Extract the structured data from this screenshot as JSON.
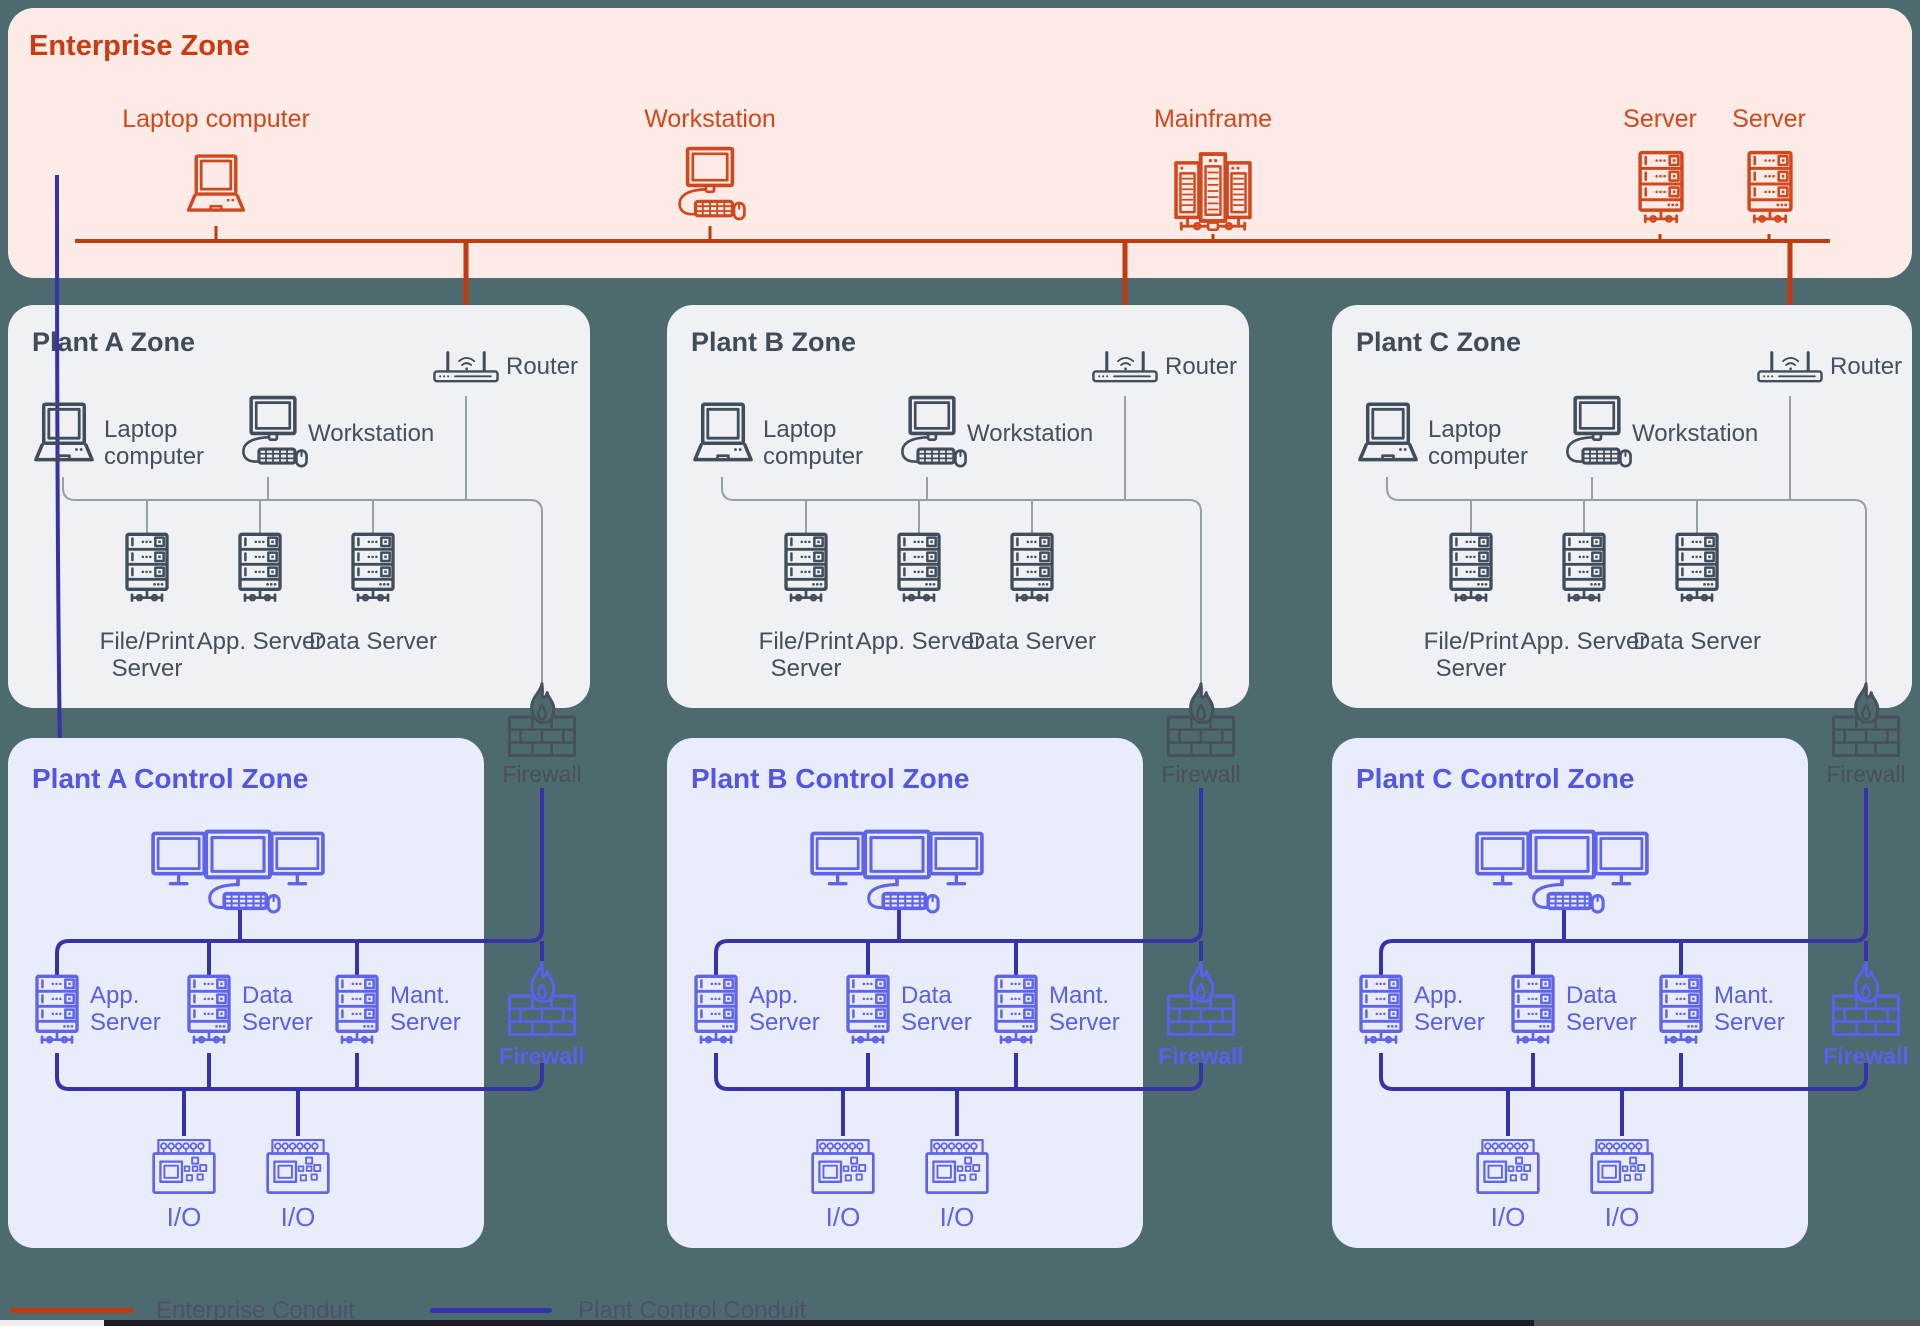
{
  "background_color": "#4d6a6e",
  "enterprise": {
    "title": "Enterprise Zone",
    "devices": [
      "Laptop computer",
      "Workstation",
      "Mainframe",
      "Server",
      "Server"
    ]
  },
  "plant_zones": [
    {
      "title": "Plant A Zone",
      "router": "Router",
      "laptop": "Laptop computer",
      "workstation": "Workstation",
      "servers": [
        "File/Print Server",
        "App. Server",
        "Data Server"
      ],
      "firewall": "Firewall"
    },
    {
      "title": "Plant B Zone",
      "router": "Router",
      "laptop": "Laptop computer",
      "workstation": "Workstation",
      "servers": [
        "File/Print Server",
        "App. Server",
        "Data Server"
      ],
      "firewall": "Firewall"
    },
    {
      "title": "Plant C Zone",
      "router": "Router",
      "laptop": "Laptop computer",
      "workstation": "Workstation",
      "servers": [
        "File/Print Server",
        "App. Server",
        "Data Server"
      ],
      "firewall": "Firewall"
    }
  ],
  "control_zones": [
    {
      "title": "Plant A Control Zone",
      "servers": [
        "App. Server",
        "Data Server",
        "Mant. Server"
      ],
      "io": [
        "I/O",
        "I/O"
      ],
      "firewall": "Firewall"
    },
    {
      "title": "Plant B Control Zone",
      "servers": [
        "App. Server",
        "Data Server",
        "Mant. Server"
      ],
      "io": [
        "I/O",
        "I/O"
      ],
      "firewall": "Firewall"
    },
    {
      "title": "Plant C Control Zone",
      "servers": [
        "App. Server",
        "Data Server",
        "Mant. Server"
      ],
      "io": [
        "I/O",
        "I/O"
      ],
      "firewall": "Firewall"
    }
  ],
  "legend": {
    "items": [
      {
        "label": "Enterprise Conduit",
        "color": "#c13b10"
      },
      {
        "label": "Plant Control Conduit",
        "color": "#3832aa"
      }
    ]
  },
  "colors": {
    "enterprise_accent": "#d3471d",
    "enterprise_bg": "#fcebe6",
    "enterprise_conduit": "#c13b10",
    "plant_bg": "#eff1f5",
    "plant_accent": "#424d5c",
    "plant_link": "#96a0a8",
    "control_bg": "#e9ecfa",
    "control_accent": "#6064ec",
    "control_conduit": "#3832aa",
    "firewall_gray": "#47505c",
    "firewall_blue": "#5c60f0",
    "background": "#4d6a6e"
  }
}
